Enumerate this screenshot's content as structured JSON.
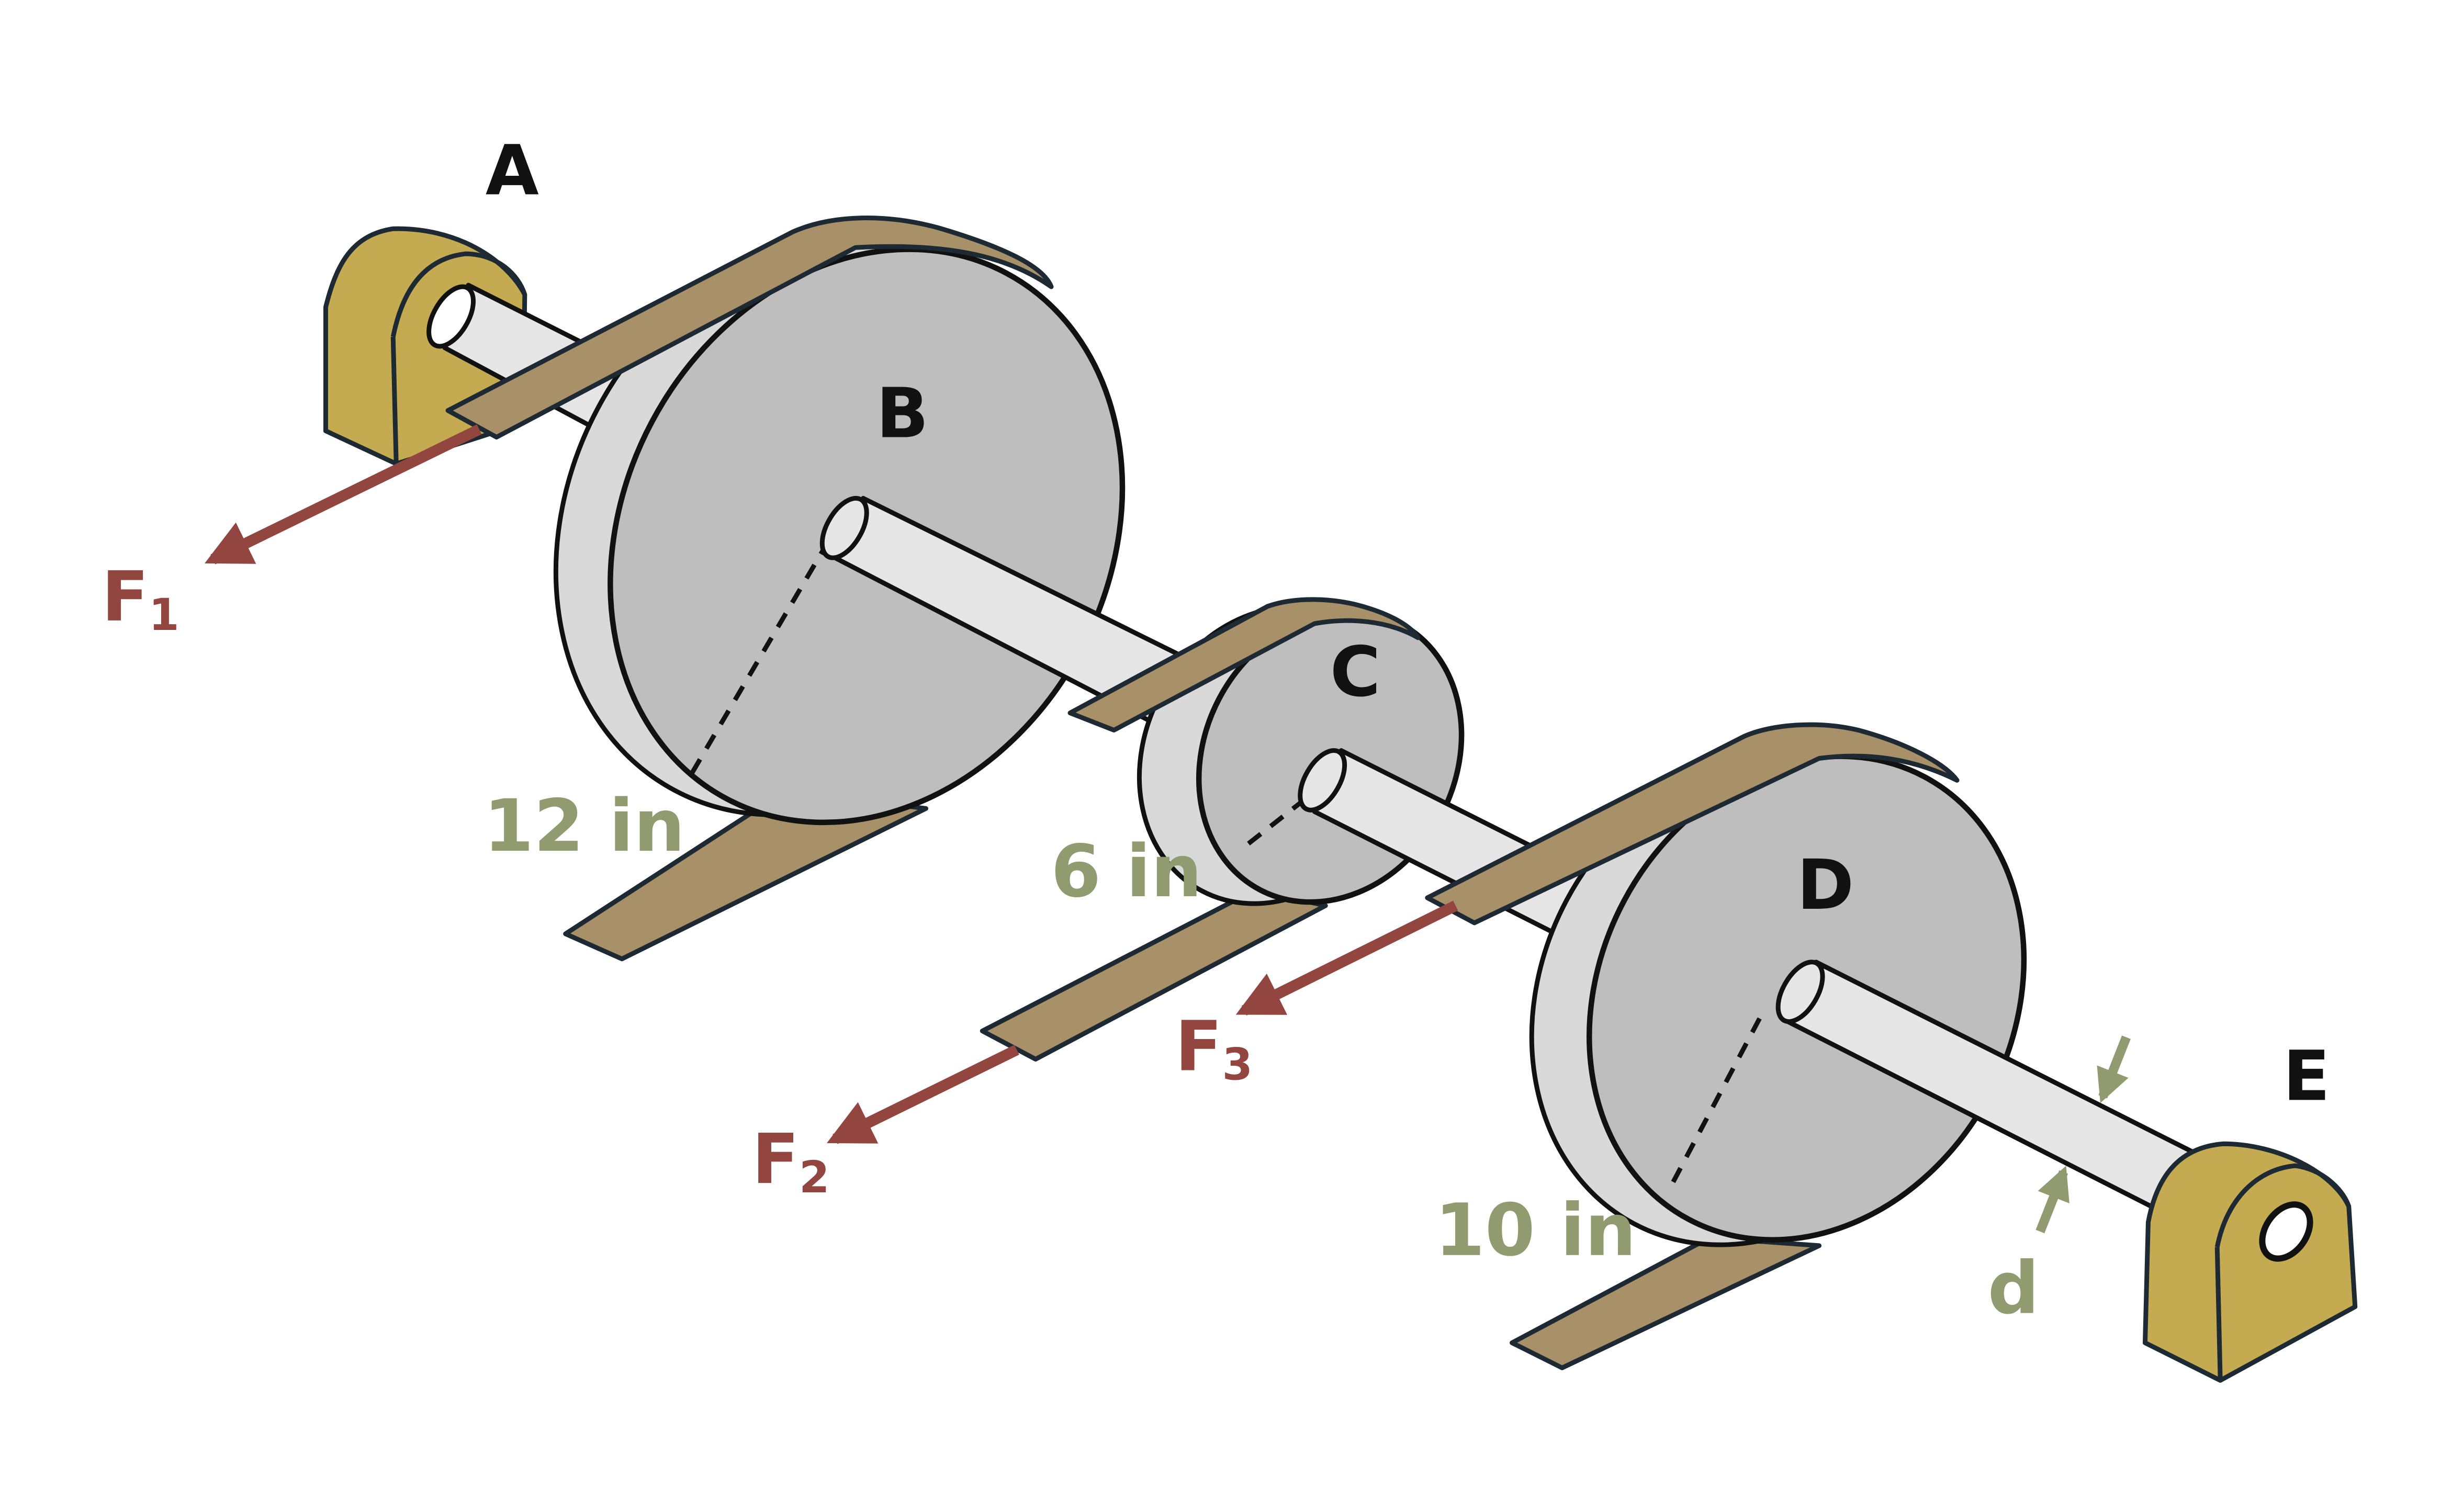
{
  "colors": {
    "bearing": "#C4AB52",
    "belt": "#A89069",
    "pulley_face": "#BEBEBE",
    "pulley_side": "#D9D9D9",
    "shaft": "#E6E6E6",
    "force": "#93453F",
    "dimension": "#919B70",
    "outline": "#111111"
  },
  "labels": {
    "A": "A",
    "B": "B",
    "C": "C",
    "D": "D",
    "E": "E"
  },
  "dimensions": {
    "B": "12 in",
    "C": "6 in",
    "D": "10 in",
    "shaft_diameter": "d"
  },
  "forces": [
    {
      "symbol": "F",
      "subscript": "1"
    },
    {
      "symbol": "F",
      "subscript": "2"
    },
    {
      "symbol": "F",
      "subscript": "3"
    }
  ]
}
